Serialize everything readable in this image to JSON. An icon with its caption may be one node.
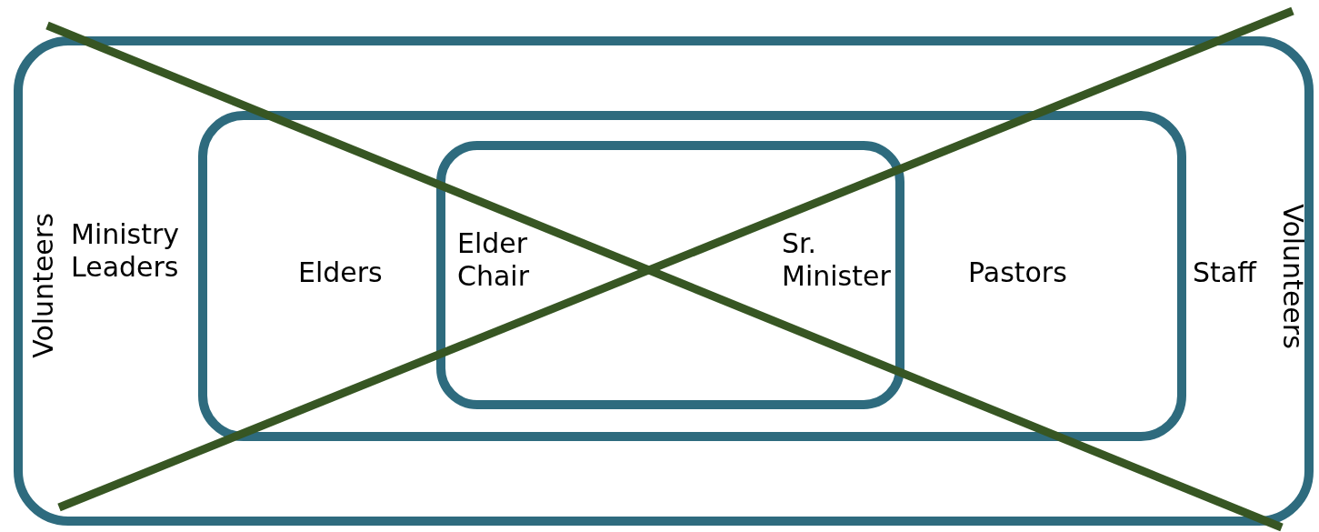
{
  "diagram": {
    "nodes": [
      {
        "text": [
          "Volunteers",
          "Ministry Leaders",
          "Staff",
          "Volunteers"
        ]
      },
      {
        "text": [
          "Elders",
          "Pastors"
        ],
        "in": 0
      },
      {
        "text": [
          "Elder Chair",
          "Sr. Minister"
        ],
        "in": 1
      }
    ]
  }
}
